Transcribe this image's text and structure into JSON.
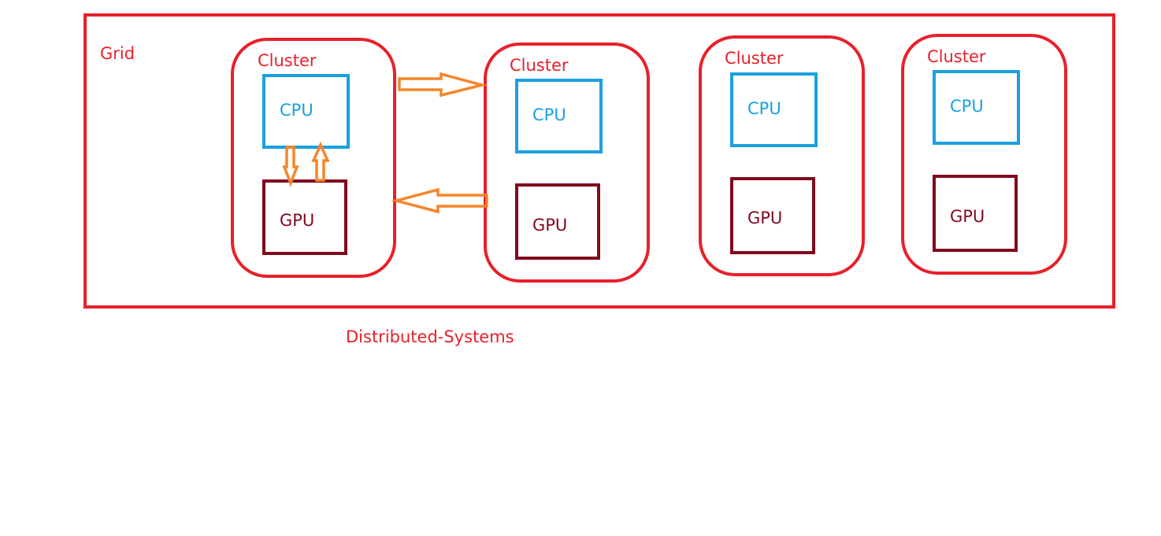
{
  "diagram": {
    "grid_label": "Grid",
    "caption": "Distributed-Systems",
    "clusters": [
      {
        "label": "Cluster",
        "cpu": "CPU",
        "gpu": "GPU"
      },
      {
        "label": "Cluster",
        "cpu": "CPU",
        "gpu": "GPU"
      },
      {
        "label": "Cluster",
        "cpu": "CPU",
        "gpu": "GPU"
      },
      {
        "label": "Cluster",
        "cpu": "CPU",
        "gpu": "GPU"
      }
    ],
    "colors": {
      "grid_border": "#e8202a",
      "cluster_border": "#e8202a",
      "label_red": "#e8202a",
      "cpu_blue": "#1aa0e0",
      "gpu_dark_red": "#7f0a1d",
      "arrow_orange": "#f5862b"
    },
    "arrows": [
      {
        "from": "cluster-1",
        "to": "cluster-2",
        "direction": "right"
      },
      {
        "from": "cluster-2",
        "to": "cluster-1",
        "direction": "left"
      },
      {
        "from": "cpu-1",
        "to": "gpu-1",
        "direction": "down"
      },
      {
        "from": "gpu-1",
        "to": "cpu-1",
        "direction": "up"
      }
    ]
  }
}
